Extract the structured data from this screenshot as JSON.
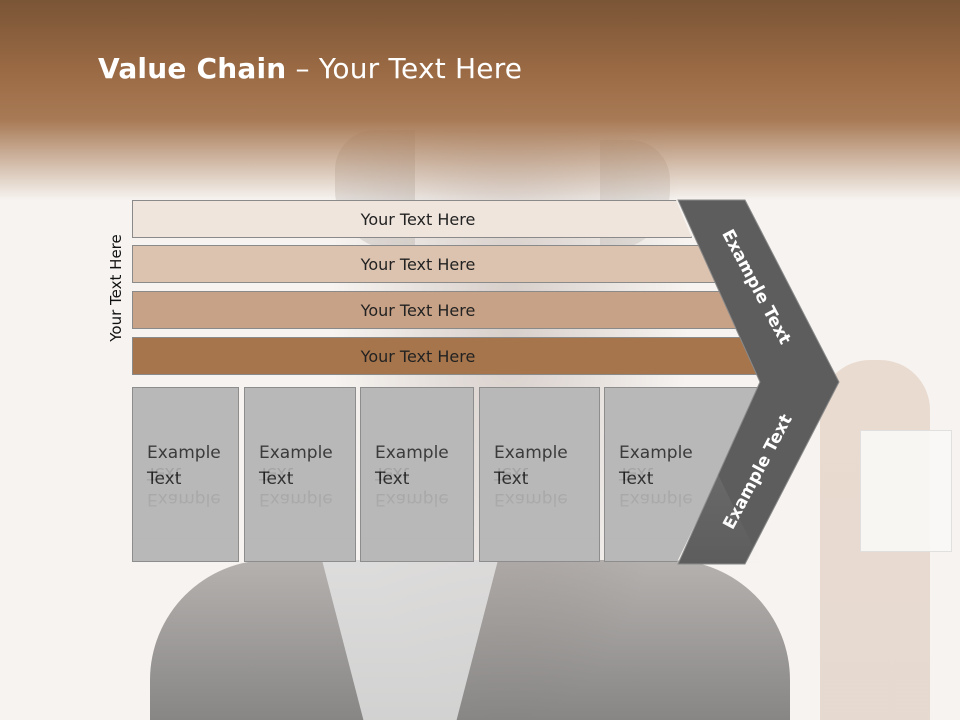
{
  "title": {
    "bold": "Value Chain",
    "rest": " – Your Text Here"
  },
  "side_label": "Your Text Here",
  "rows": [
    {
      "label": "Your Text Here",
      "color": "#efe5dd"
    },
    {
      "label": "Your Text Here",
      "color": "#dcc3b0"
    },
    {
      "label": "Your Text Here",
      "color": "#c8a286"
    },
    {
      "label": "Your Text Here",
      "color": "#a6754c"
    }
  ],
  "cells": [
    {
      "line1": "Example",
      "line2": "Text"
    },
    {
      "line1": "Example",
      "line2": "Text"
    },
    {
      "line1": "Example",
      "line2": "Text"
    },
    {
      "line1": "Example",
      "line2": "Text"
    },
    {
      "line1": "Example",
      "line2": "Text"
    }
  ],
  "chevron": {
    "upper_label": "Example Text",
    "lower_label": "Example Text",
    "color": "#5d5d5d"
  }
}
